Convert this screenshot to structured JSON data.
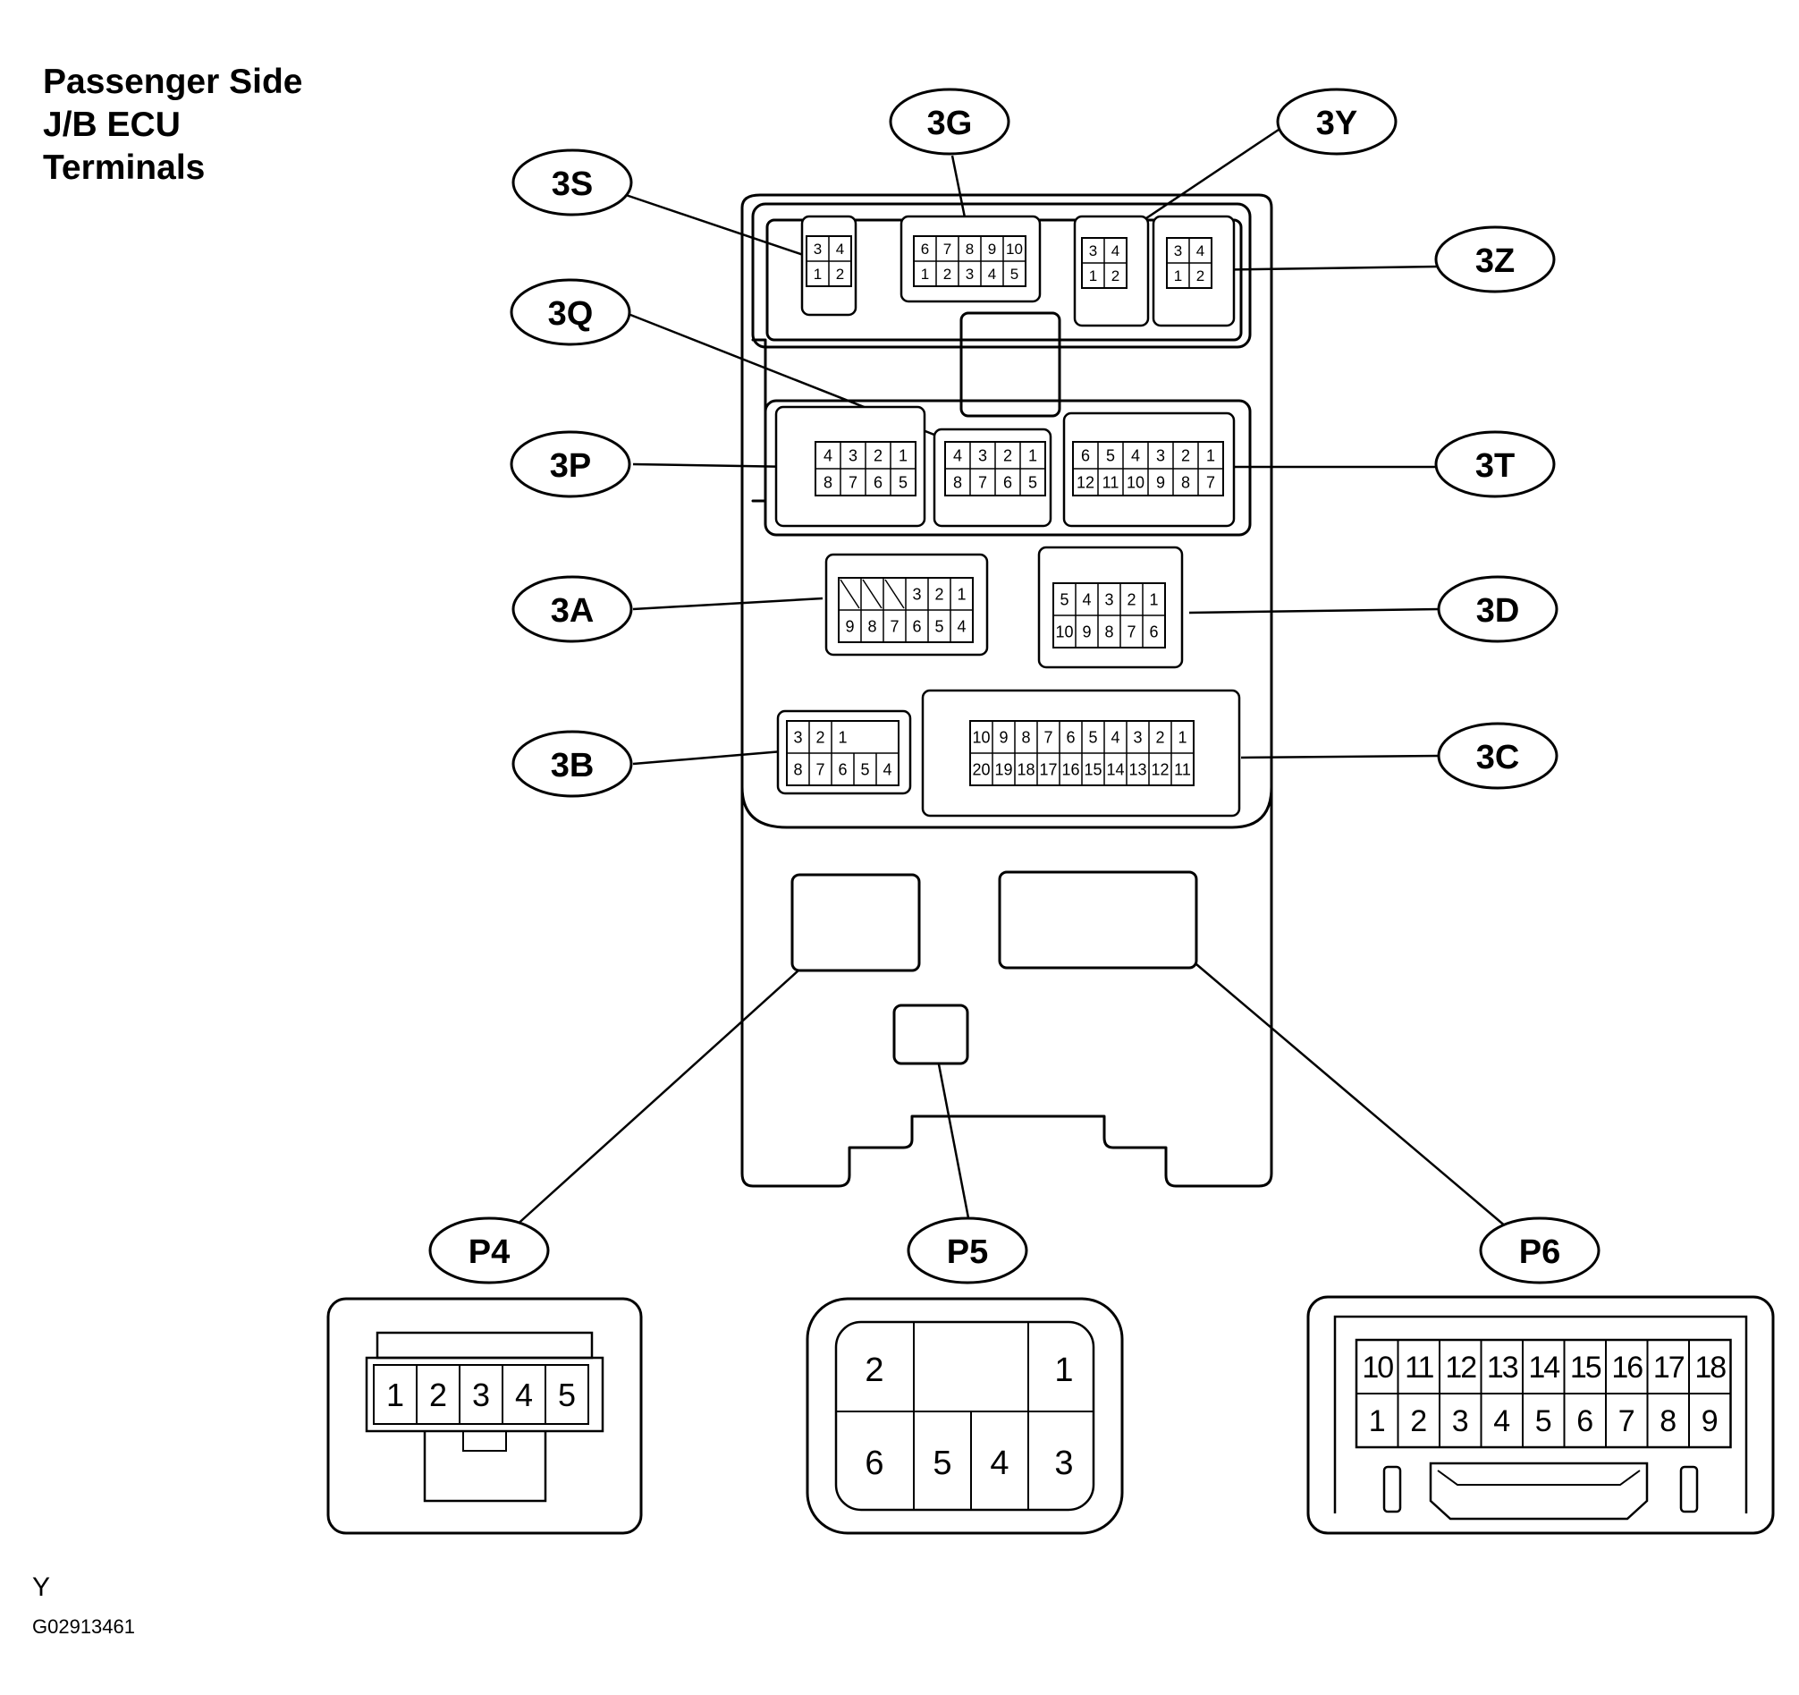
{
  "title": {
    "line1": "Passenger Side",
    "line2": "J/B ECU",
    "line3": "Terminals"
  },
  "footer": {
    "letter": "Y",
    "code": "G02913461"
  },
  "callouts": [
    {
      "id": "3G"
    },
    {
      "id": "3Y"
    },
    {
      "id": "3S"
    },
    {
      "id": "3Z"
    },
    {
      "id": "3Q"
    },
    {
      "id": "3P"
    },
    {
      "id": "3T"
    },
    {
      "id": "3A"
    },
    {
      "id": "3D"
    },
    {
      "id": "3B"
    },
    {
      "id": "3C"
    },
    {
      "id": "P4"
    },
    {
      "id": "P5"
    },
    {
      "id": "P6"
    }
  ],
  "connectors": {
    "3S": {
      "top": [
        "3",
        "4"
      ],
      "bottom": [
        "1",
        "2"
      ]
    },
    "3G": {
      "top": [
        "6",
        "7",
        "8",
        "9",
        "10"
      ],
      "bottom": [
        "1",
        "2",
        "3",
        "4",
        "5"
      ]
    },
    "3Y": {
      "top": [
        "3",
        "4"
      ],
      "bottom": [
        "1",
        "2"
      ]
    },
    "3Z": {
      "top": [
        "3",
        "4"
      ],
      "bottom": [
        "1",
        "2"
      ]
    },
    "3P": {
      "top": [
        "4",
        "3",
        "2",
        "1"
      ],
      "bottom": [
        "8",
        "7",
        "6",
        "5"
      ]
    },
    "3Q": {
      "top": [
        "4",
        "3",
        "2",
        "1"
      ],
      "bottom": [
        "8",
        "7",
        "6",
        "5"
      ]
    },
    "3T": {
      "top": [
        "6",
        "5",
        "4",
        "3",
        "2",
        "1"
      ],
      "bottom": [
        "12",
        "11",
        "10",
        "9",
        "8",
        "7"
      ]
    },
    "3A": {
      "top": [
        "3",
        "2",
        "1"
      ],
      "bottom": [
        "9",
        "8",
        "7",
        "6",
        "5",
        "4"
      ]
    },
    "3D": {
      "top": [
        "5",
        "4",
        "3",
        "2",
        "1"
      ],
      "bottom": [
        "10",
        "9",
        "8",
        "7",
        "6"
      ]
    },
    "3B": {
      "top": [
        "3",
        "2",
        "1"
      ],
      "bottom": [
        "8",
        "7",
        "6",
        "5",
        "4"
      ]
    },
    "3C": {
      "top": [
        "10",
        "9",
        "8",
        "7",
        "6",
        "5",
        "4",
        "3",
        "2",
        "1"
      ],
      "bottom": [
        "20",
        "19",
        "18",
        "17",
        "16",
        "15",
        "14",
        "13",
        "12",
        "11"
      ]
    },
    "P4": {
      "row": [
        "1",
        "2",
        "3",
        "4",
        "5"
      ]
    },
    "P5": {
      "top": [
        "2",
        "1"
      ],
      "bottom": [
        "6",
        "5",
        "4",
        "3"
      ]
    },
    "P6": {
      "top": [
        "10",
        "11",
        "12",
        "13",
        "14",
        "15",
        "16",
        "17",
        "18"
      ],
      "bottom": [
        "1",
        "2",
        "3",
        "4",
        "5",
        "6",
        "7",
        "8",
        "9"
      ]
    }
  }
}
